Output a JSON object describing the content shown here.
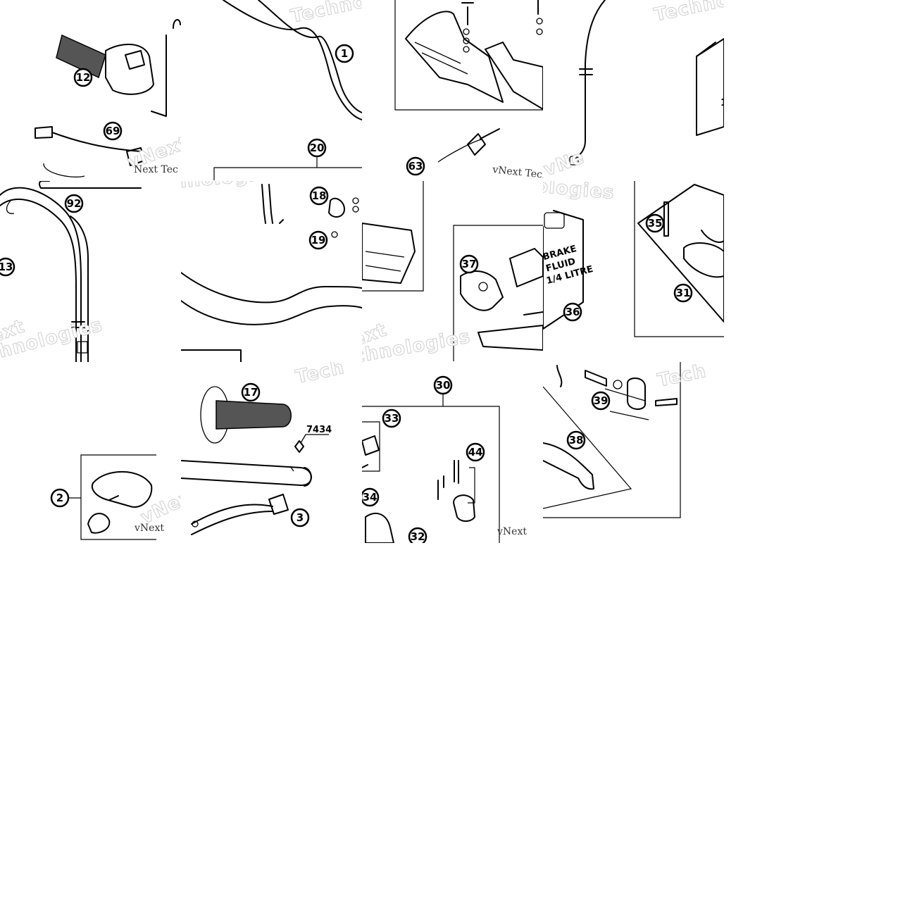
{
  "map": {
    "grid": {
      "columns": 4,
      "rows": 3,
      "tile_size": 257
    },
    "watermark": {
      "brand": "vNext Technologies",
      "partial_words": [
        "Techno",
        "Tech",
        "vNext",
        "vNe",
        "hnologies",
        "ext",
        "chnologies",
        "Next Tec"
      ]
    }
  },
  "callouts": {
    "c1": "1",
    "c2": "2",
    "c3": "3",
    "c12": "12",
    "c13": "13",
    "c17": "17",
    "c18": "18",
    "c19": "19",
    "c20": "20",
    "c30": "30",
    "c31": "31",
    "c32": "32",
    "c33": "33",
    "c34": "34",
    "c35": "35",
    "c36": "36",
    "c37": "37",
    "c38": "38",
    "c39": "39",
    "c44": "44",
    "c63": "63",
    "c69": "69",
    "c92": "92"
  },
  "labels": {
    "part_code": "7434",
    "fluid_line1": "BRAKE",
    "fluid_line2": "FLUID",
    "fluid_line3": "1/4 LITRE",
    "box_fragment": "1"
  }
}
